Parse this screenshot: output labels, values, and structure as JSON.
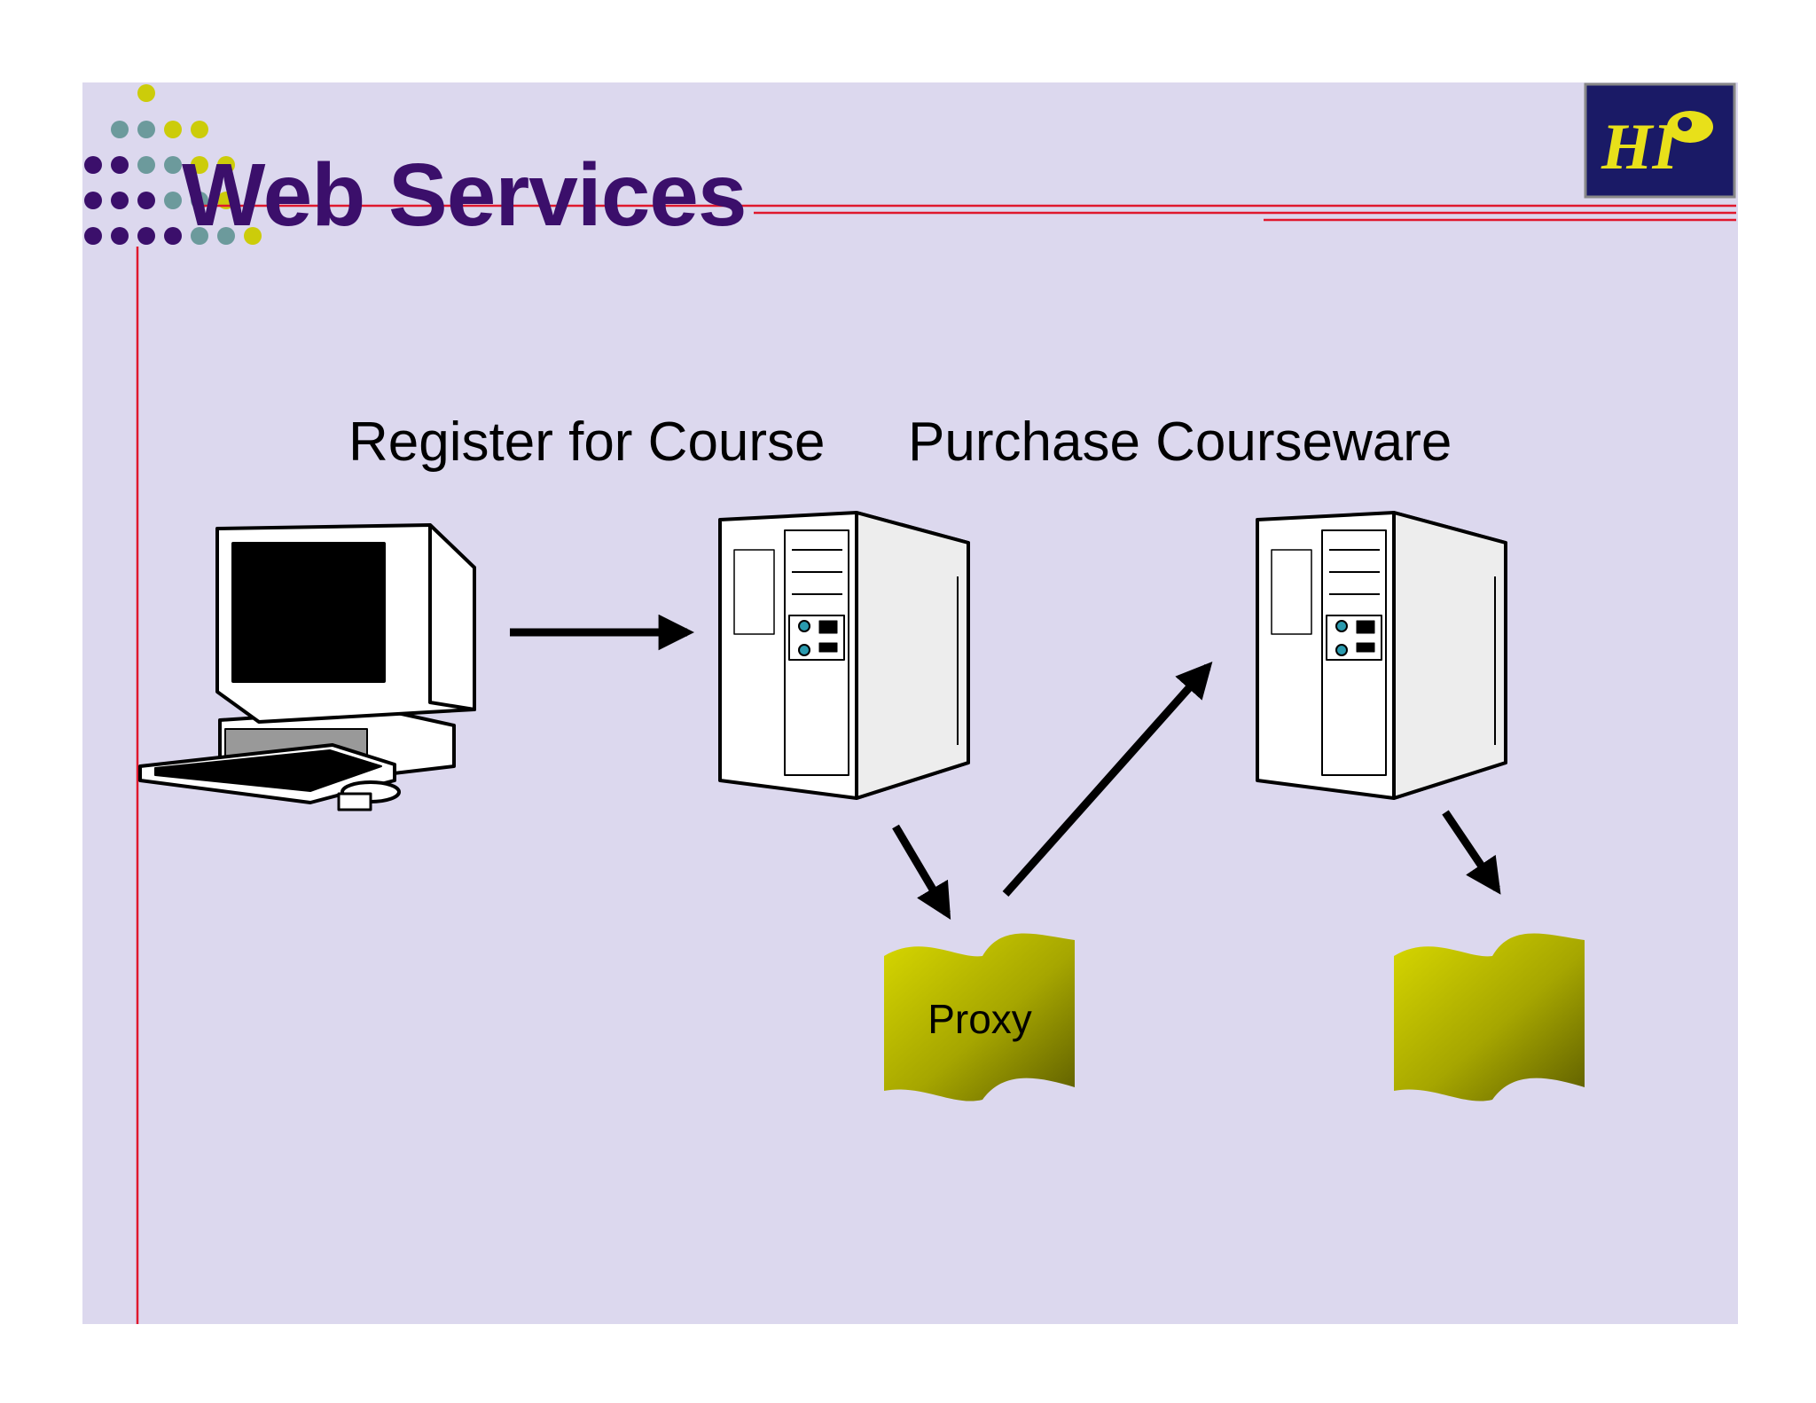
{
  "title": "Web Services",
  "labels": {
    "register": "Register for Course",
    "purchase": "Purchase Courseware",
    "proxy": "Proxy"
  },
  "colors": {
    "slide_bg": "#DCD8EE",
    "title": "#3B0F6B",
    "rule": "#E0182D",
    "dot_purple": "#3B0F6B",
    "dot_teal": "#6C9A9C",
    "dot_yellow": "#CCCC0A",
    "proxy_fill": "#B8B800",
    "logo_bg": "#1A1A66",
    "logo_fg": "#E8E01A"
  },
  "logo": {
    "text": "HI",
    "icon": "hi-logo-icon"
  }
}
